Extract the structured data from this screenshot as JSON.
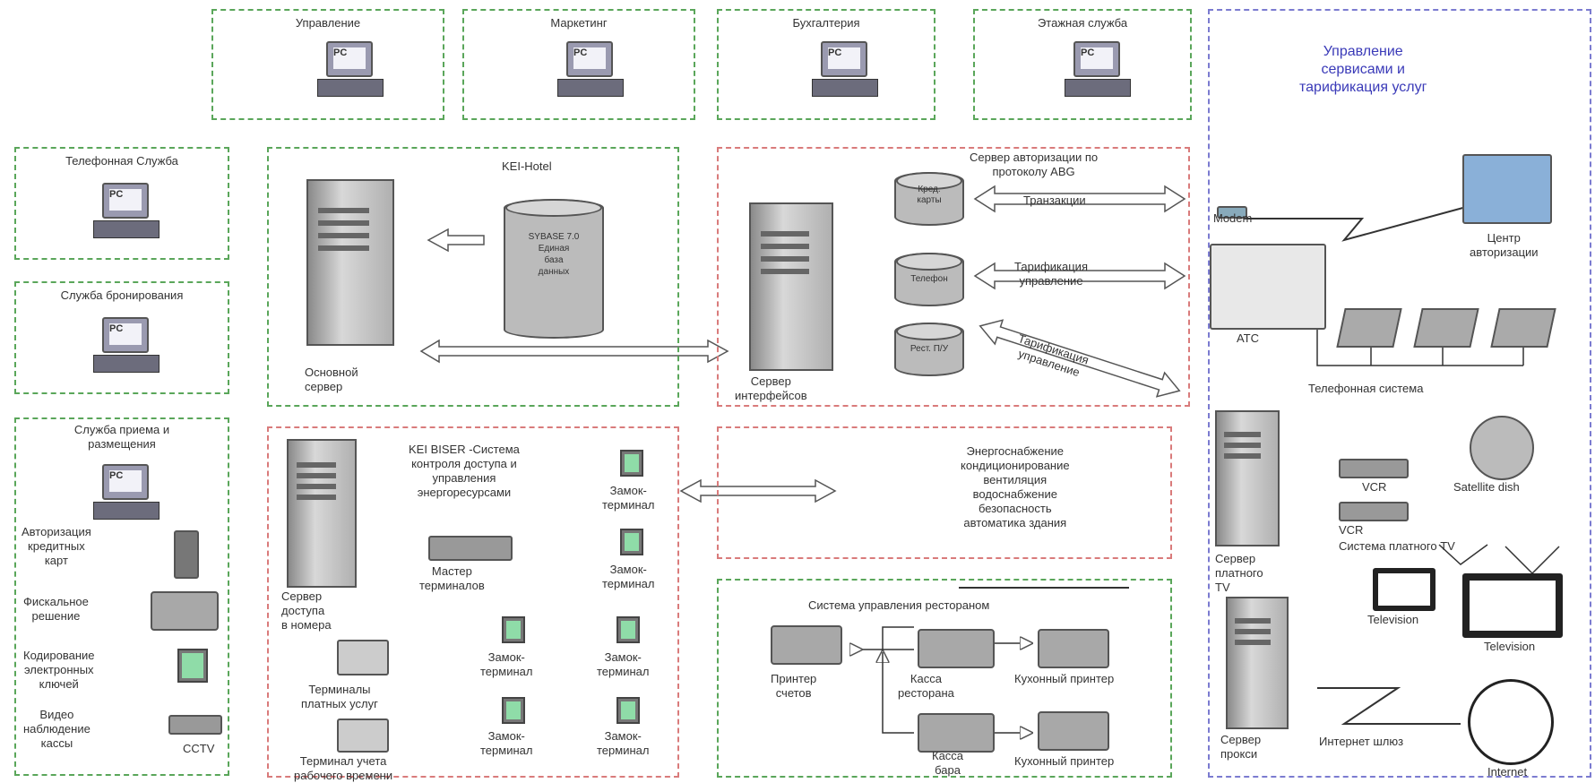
{
  "departments": {
    "management": "Управление",
    "marketing": "Маркетинг",
    "accounting": "Бухгалтерия",
    "floor_service": "Этажная служба",
    "phone_service": "Телефонная Служба",
    "booking_service": "Служба бронирования",
    "reception_service": "Служба приема и\nразмещения"
  },
  "pc_label": "PC",
  "kei_hotel": {
    "title": "KEI-Hotel",
    "db_text": "SYBASE 7.0\nЕдиная\nбаза\nданных",
    "main_server": "Основной\nсервер"
  },
  "interfaces": {
    "title": "Сервер авторизации по\nпротоколу ABG",
    "db1": "Кред.\nкарты",
    "db2": "Телефон",
    "db3": "Рест. П/У",
    "arrow1": "Транзакции",
    "arrow2": "Тарификация\nуправление",
    "arrow3": "Тарификация\nуправление",
    "server": "Сервер\nинтерфейсов"
  },
  "services_panel": {
    "title": "Управление\nсервисами и\nтарификация услуг",
    "modem": "Modem",
    "auth_center": "Центр\nавторизации",
    "pbx": "АТС",
    "phone_system": "Телефонная система",
    "vcr1": "VCR",
    "vcr2": "VCR",
    "satellite": "Satellite dish",
    "paytv_server": "Сервер\nплатного\nTV",
    "paytv_system": "Система платного TV",
    "tv1": "Television",
    "tv2": "Television",
    "proxy_server": "Сервер\nпрокси",
    "internet_gateway": "Интернет шлюз",
    "internet": "Internet"
  },
  "reception_items": {
    "card_auth": "Авторизация\nкредитных\nкарт",
    "fiscal": "Фискальное\nрешение",
    "key_coding": "Кодирование\nэлектронных\nключей",
    "video": "Видео\nнаблюдение\nкассы",
    "cctv": "CCTV"
  },
  "biser": {
    "title": "KEI BISER -Система\nконтроля доступа и\nуправления\nэнергоресурсами",
    "access_server": "Сервер\nдоступа\nв номера",
    "terminal_master": "Мастер\nтерминалов",
    "lock_terminal": "Замок-\nтерминал",
    "paid_terminals": "Терминалы\nплатных услуг",
    "work_time_terminal": "Терминал учета\nрабочего времени"
  },
  "building": {
    "text": "Энергоснабжение\nкондиционирование\nвентиляция\nводоснабжение\nбезопасность\nавтоматика здания"
  },
  "restaurant": {
    "title": "Система управления рестораном",
    "bill_printer": "Принтер\nсчетов",
    "rest_cash": "Касса\nресторана",
    "bar_cash": "Касса\nбара",
    "kitchen_printer": "Кухонный принтер"
  },
  "colors": {
    "green_border": "#5aa65a",
    "red_border": "#d97b7b",
    "blue_border": "#7b7bd0",
    "terminal_screen": "#8fdca8"
  }
}
